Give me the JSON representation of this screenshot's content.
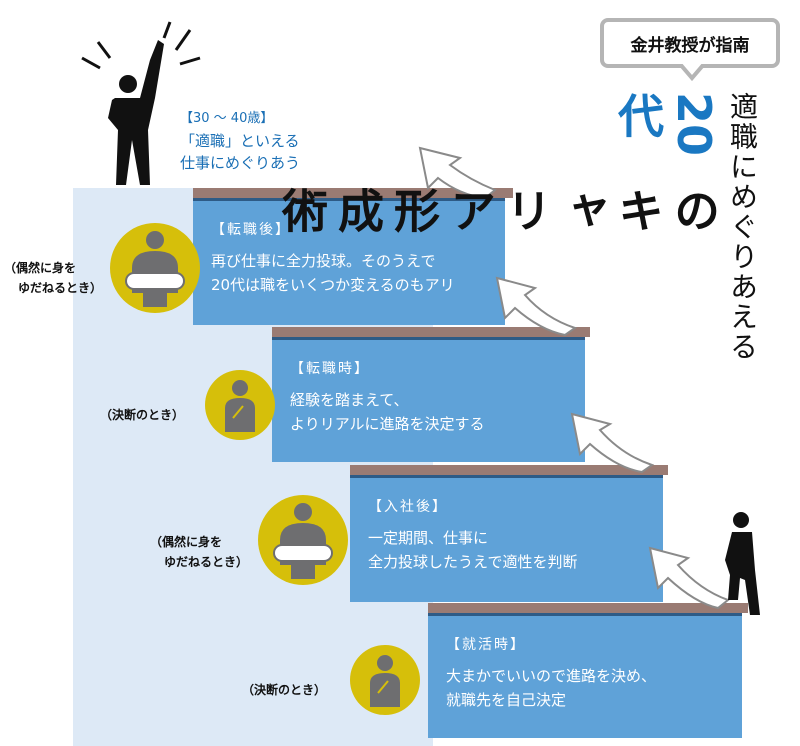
{
  "header": {
    "bubble": "金井教授が指南",
    "subtitle": "適職にめぐりあえる",
    "title_accent": "20代",
    "title_main": "のキャリア形成術",
    "accent_color": "#1a78c2"
  },
  "top_goal": {
    "age": "【30 ～ 40歳】",
    "line1": "「適職」といえる",
    "line2": "仕事にめぐりあう"
  },
  "steps": [
    {
      "tag": "【転職後】",
      "line1": "再び仕事に全力投球。そのうえで",
      "line2": "20代は職をいくつか変えるのもアリ",
      "caption1": "（偶然に身を",
      "caption2": "ゆだねるとき）",
      "icon": "lifebuoy-person-icon"
    },
    {
      "tag": "【転職時】",
      "line1": "経験を踏まえて、",
      "line2": "よりリアルに進路を決定する",
      "caption1": "（決断のとき）",
      "icon": "thinking-person-icon"
    },
    {
      "tag": "【入社後】",
      "line1": "一定期間、仕事に",
      "line2": "全力投球したうえで適性を判断",
      "caption1": "（偶然に身を",
      "caption2": "ゆだねるとき）",
      "icon": "lifebuoy-person-icon"
    },
    {
      "tag": "【就活時】",
      "line1": "大まかでいいので進路を決め、",
      "line2": "就職先を自己決定",
      "caption1": "（決断のとき）",
      "icon": "thinking-person-icon"
    }
  ]
}
